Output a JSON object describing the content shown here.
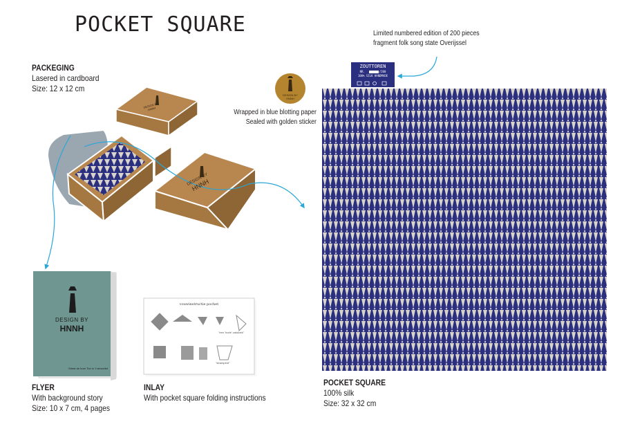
{
  "page_title": "POCKET SQUARE",
  "packaging": {
    "title": "PACKEGING",
    "lines": [
      "Lasered in cardboard",
      "Size: 12 x 12 cm"
    ]
  },
  "sticker": {
    "note_lines": [
      "Wrapped in blue blotting paper",
      "Sealed with golden sticker"
    ],
    "text": "DESIGN BY HNNH"
  },
  "label": {
    "note_lines": [
      "Limited numbered edition of 200 pieces",
      "fragment folk song state Overijssel"
    ],
    "name": "ZOUTTOREN",
    "number_prefix": "NR.",
    "number_suffix": "/200",
    "composition": "100% SILK HANDMADE"
  },
  "flyer": {
    "title": "FLYER",
    "lines": [
      "With background story",
      "Size: 10 x 7 cm, 4 pages"
    ],
    "cover_brand_top": "DESIGN BY",
    "cover_brand_bottom": "HNNH",
    "cover_footer": "Sheet de hoer Toe in 't verschiet"
  },
  "inlay": {
    "title": "INLAY",
    "lines": [
      "With pocket square folding instructions"
    ],
    "card_heading": "vouwinstructie pochet",
    "card_caption_1": "\"een 'hode' zakdoek\"",
    "card_caption_2": "\"strampeld\""
  },
  "pocket_square": {
    "title": "POCKET SQUARE",
    "lines": [
      "100% silk",
      "Size: 32 x 32 cm"
    ]
  },
  "box_brand": {
    "top": "DESIGN BY",
    "bottom": "HNNH"
  },
  "colors": {
    "navy": "#2b2f7f",
    "cream": "#d8d3cc",
    "kraft": "#b8864f",
    "kraft_dark": "#8e6535",
    "flyer_teal": "#6f9690",
    "arrow_blue": "#2aa6d8",
    "gold": "#b5842e",
    "grey_lid": "#9aa6b0"
  }
}
